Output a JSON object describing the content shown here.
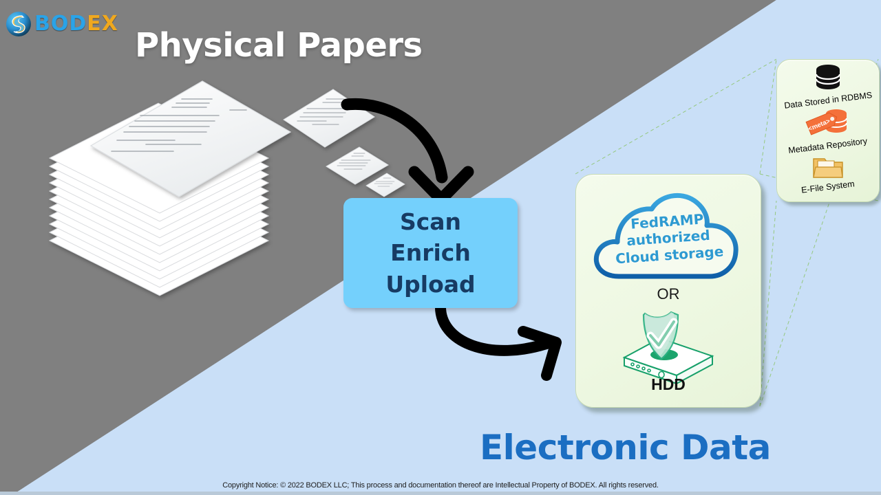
{
  "brand": {
    "logo_text_primary": "BOD",
    "logo_text_secondary": "EX",
    "logo_icon": "bodex-swirl-logo-icon"
  },
  "headings": {
    "left_title": "Physical Papers",
    "right_title": "Electronic Data"
  },
  "process_box": {
    "lines": [
      "Scan",
      "Enrich",
      "Upload"
    ],
    "fill_color": "#74d0fc",
    "text_color": "#173b63"
  },
  "storage_card": {
    "cloud_label_lines": [
      "FedRAMP",
      "authorized",
      "Cloud storage"
    ],
    "cloud_icon": "cloud-icon",
    "divider_label": "OR",
    "hdd_icon": "shield-check-on-hdd-icon",
    "hdd_label": "HDD",
    "card_color": "#eef8e2",
    "cloud_outline_color": "#1d7fc4",
    "cloud_text_color": "#2e9ad1"
  },
  "detail_card": {
    "items": [
      {
        "icon": "database-cylinder-icon",
        "label": "Data Stored in RDBMS"
      },
      {
        "icon": "metadata-tag-database-icon",
        "label": "Metadata Repository"
      },
      {
        "icon": "folder-icon",
        "label": "E-File System"
      }
    ]
  },
  "arrows": {
    "arrow_papers_to_process": "curved-arrow-down-icon",
    "arrow_process_to_storage": "curved-arrow-right-icon",
    "color": "#000000"
  },
  "background": {
    "left_color": "#808080",
    "right_color": "#c9dff7"
  },
  "footer": {
    "copyright": "Copyright Notice: © 2022 BODEX LLC; This process and documentation thereof are Intellectual Property of BODEX. All rights reserved."
  }
}
